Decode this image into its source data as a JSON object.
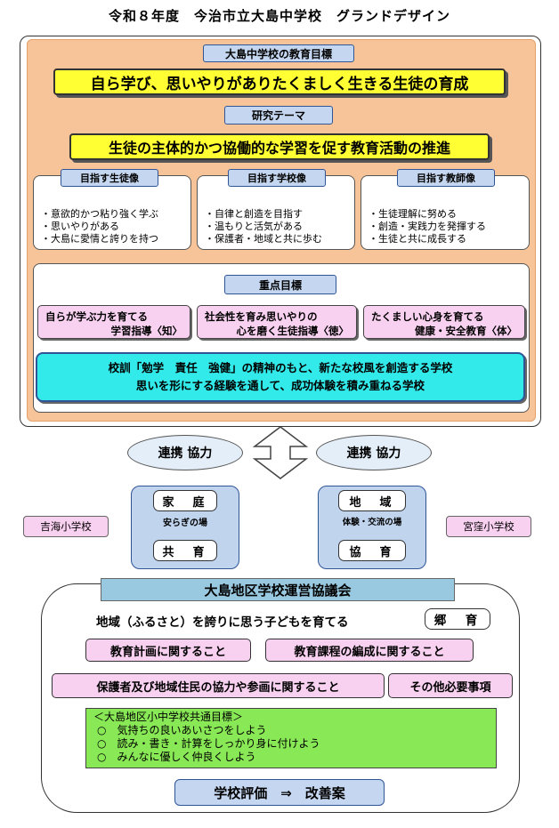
{
  "title": "令和８年度　今治市立大島中学校　グランドデザイン",
  "education_goal": {
    "label": "大島中学校の教育目標",
    "text": "自ら学び、思いやりがありたくましく生きる生徒の育成"
  },
  "research_theme": {
    "label": "研究テーマ",
    "text": "生徒の主体的かつ協働的な学習を促す教育活動の推進"
  },
  "ideal_images": [
    {
      "label": "目指す生徒像",
      "items": [
        "・意欲的かつ粘り強く学ぶ",
        "・思いやりがある",
        "・大島に愛情と誇りを持つ"
      ]
    },
    {
      "label": "目指す学校像",
      "items": [
        "・自律と創造を目指す",
        "・温もりと活気がある",
        "・保護者・地域と共に歩む"
      ]
    },
    {
      "label": "目指す教師像",
      "items": [
        "・生徒理解に努める",
        "・創造・実践力を発揮する",
        "・生徒と共に成長する"
      ]
    }
  ],
  "focus_goals": {
    "label": "重点目標",
    "items": [
      {
        "line1": "自らが学ぶ力を育てる",
        "line2": "学習指導〈知〉"
      },
      {
        "line1": "社会性を育み思いやりの",
        "line2": "心を磨く生徒指導〈徳〉"
      },
      {
        "line1": "たくましい心身を育てる",
        "line2": "健康・安全教育〈体〉"
      }
    ],
    "motto_line1": "校訓「勉学　責任　強健」の精神のもと、新たな校風を創造する学校",
    "motto_line2": "思いを形にする経験を通して、成功体験を積み重ねる学校"
  },
  "cooperation": {
    "left": "連携 協力",
    "right": "連携 協力"
  },
  "home": {
    "title": "家　庭",
    "subtitle": "安らぎの場",
    "role": "共　育"
  },
  "region": {
    "title": "地　域",
    "subtitle": "体験・交流の場",
    "role": "協　育"
  },
  "schools": {
    "left": "吉海小学校",
    "right": "宮窪小学校"
  },
  "council": {
    "label": "大島地区学校運営協議会",
    "mission": "地域（ふるさと）を誇りに思う子どもを育てる",
    "mission_tag": "郷　育",
    "items": [
      "教育計画に関すること",
      "教育課程の編成に関すること",
      "保護者及び地域住民の協力や参画に関すること",
      "その他必要事項"
    ]
  },
  "common_goals": {
    "title": "＜大島地区小中学校共通目標＞",
    "items": [
      "○　気持ちの良いあいさつをしよう",
      "○　読み・書き・計算をしっかり身に付けよう",
      "○　みんなに優しく仲良くしよう"
    ]
  },
  "evaluation": "学校評価　⇒　改善案"
}
